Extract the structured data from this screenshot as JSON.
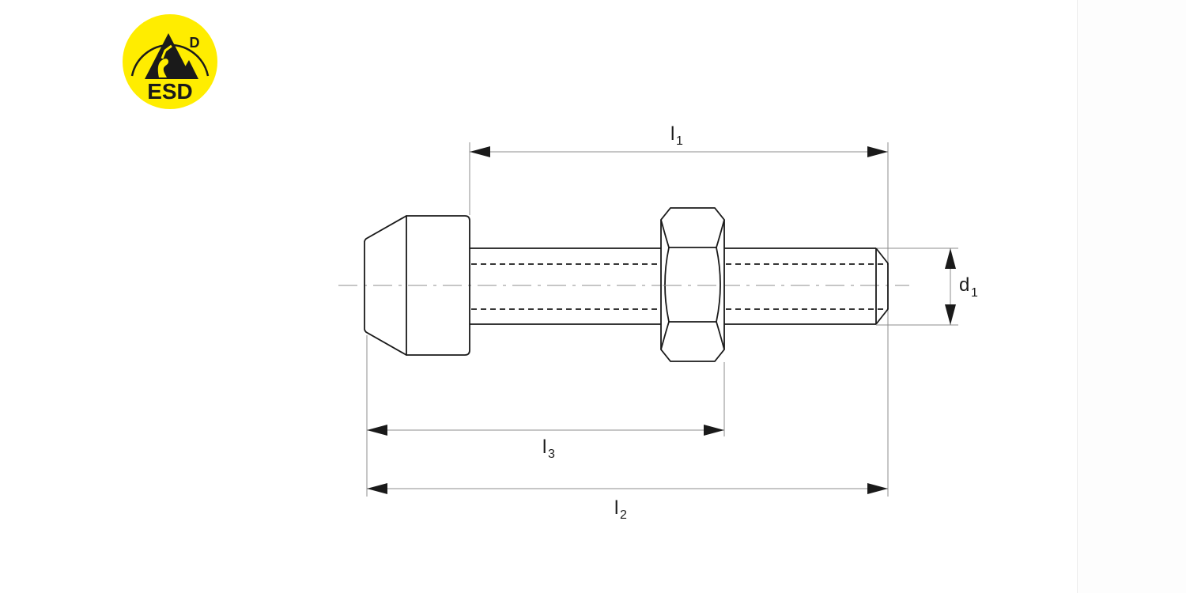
{
  "badge": {
    "icon": "esd-warning-icon",
    "label": "ESD",
    "class_letter": "D",
    "colors": {
      "fill": "#FFED00",
      "ink": "#1a1a1a"
    }
  },
  "drawing": {
    "type": "technical-drawing",
    "subject": "threaded stud with conical cap and hex nut",
    "line_color": "#1a1a1a",
    "dimension_color": "#8c8c8c",
    "dimensions": {
      "l1": {
        "symbol": "l",
        "subscript": "1"
      },
      "l2": {
        "symbol": "l",
        "subscript": "2"
      },
      "l3": {
        "symbol": "l",
        "subscript": "3"
      },
      "d1": {
        "symbol": "d",
        "subscript": "1"
      }
    }
  }
}
